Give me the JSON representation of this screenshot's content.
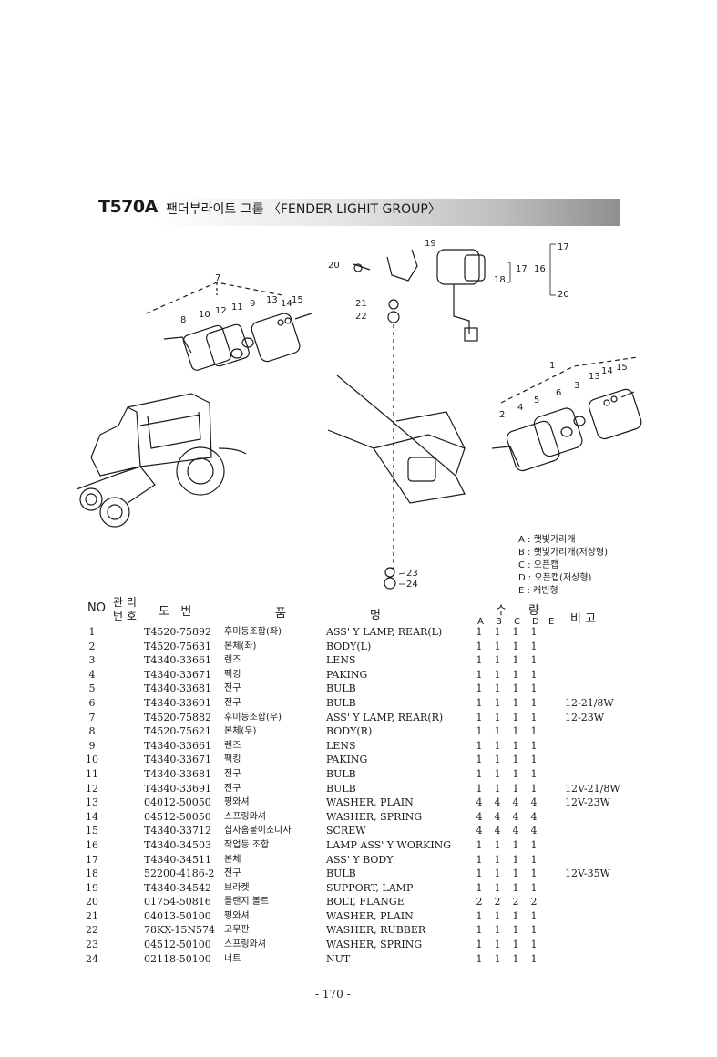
{
  "header": {
    "code": "T570A",
    "title": "팬더부라이트 그룹 〈FENDER LIGHIT GROUP〉"
  },
  "diagram": {
    "callouts": [
      "1",
      "2",
      "3",
      "4",
      "5",
      "6",
      "7",
      "8",
      "9",
      "10",
      "11",
      "12",
      "13",
      "14",
      "15",
      "16",
      "17",
      "18",
      "19",
      "20",
      "21",
      "22",
      "23",
      "24"
    ],
    "bracket": {
      "label16": "16",
      "label17a": "17",
      "label17b": "17",
      "label18": "18",
      "label20": "20"
    }
  },
  "legend": [
    "A : 햇빛가리개",
    "B : 햇빛가리개(저상형)",
    "C : 오픈캡",
    "D : 오픈캡(저상형)",
    "E : 캐빈형"
  ],
  "table_header": {
    "no": "NO",
    "mgmt_top": "관 리",
    "mgmt_bottom": "번 호",
    "part_no": "도   번",
    "name_a": "품",
    "name_b": "명",
    "qty_a": "수",
    "qty_b": "량",
    "cols": [
      "A",
      "B",
      "C",
      "D",
      "E"
    ],
    "remarks": "비 고"
  },
  "rows": [
    {
      "no": "1",
      "part": "T4520-75892",
      "kr": "후미등조합(좌)",
      "en": "ASS' Y LAMP, REAR(L)",
      "a": "1",
      "b": "1",
      "c": "1",
      "d": "1",
      "rem": ""
    },
    {
      "no": "2",
      "part": "T4520-75631",
      "kr": "본체(좌)",
      "en": "BODY(L)",
      "a": "1",
      "b": "1",
      "c": "1",
      "d": "1",
      "rem": ""
    },
    {
      "no": "3",
      "part": "T4340-33661",
      "kr": "렌즈",
      "en": "LENS",
      "a": "1",
      "b": "1",
      "c": "1",
      "d": "1",
      "rem": ""
    },
    {
      "no": "4",
      "part": "T4340-33671",
      "kr": "팩킹",
      "en": "PAKING",
      "a": "1",
      "b": "1",
      "c": "1",
      "d": "1",
      "rem": ""
    },
    {
      "no": "5",
      "part": "T4340-33681",
      "kr": "전구",
      "en": "BULB",
      "a": "1",
      "b": "1",
      "c": "1",
      "d": "1",
      "rem": ""
    },
    {
      "no": "6",
      "part": "T4340-33691",
      "kr": "전구",
      "en": "BULB",
      "a": "1",
      "b": "1",
      "c": "1",
      "d": "1",
      "rem": "12-21/8W"
    },
    {
      "no": "7",
      "part": "T4520-75882",
      "kr": "후미등조합(우)",
      "en": "ASS' Y LAMP, REAR(R)",
      "a": "1",
      "b": "1",
      "c": "1",
      "d": "1",
      "rem": "12-23W"
    },
    {
      "no": "8",
      "part": "T4520-75621",
      "kr": "본체(우)",
      "en": "BODY(R)",
      "a": "1",
      "b": "1",
      "c": "1",
      "d": "1",
      "rem": ""
    },
    {
      "no": "9",
      "part": "T4340-33661",
      "kr": "렌즈",
      "en": "LENS",
      "a": "1",
      "b": "1",
      "c": "1",
      "d": "1",
      "rem": ""
    },
    {
      "no": "10",
      "part": "T4340-33671",
      "kr": "팩킹",
      "en": "PAKING",
      "a": "1",
      "b": "1",
      "c": "1",
      "d": "1",
      "rem": ""
    },
    {
      "no": "11",
      "part": "T4340-33681",
      "kr": "전구",
      "en": "BULB",
      "a": "1",
      "b": "1",
      "c": "1",
      "d": "1",
      "rem": ""
    },
    {
      "no": "12",
      "part": "T4340-33691",
      "kr": "전구",
      "en": "BULB",
      "a": "1",
      "b": "1",
      "c": "1",
      "d": "1",
      "rem": "12V-21/8W"
    },
    {
      "no": "13",
      "part": "04012-50050",
      "kr": "평와셔",
      "en": "WASHER, PLAIN",
      "a": "4",
      "b": "4",
      "c": "4",
      "d": "4",
      "rem": "12V-23W"
    },
    {
      "no": "14",
      "part": "04512-50050",
      "kr": "스프링와셔",
      "en": "WASHER, SPRING",
      "a": "4",
      "b": "4",
      "c": "4",
      "d": "4",
      "rem": ""
    },
    {
      "no": "15",
      "part": "T4340-33712",
      "kr": "십자홈붙이소나사",
      "en": "SCREW",
      "a": "4",
      "b": "4",
      "c": "4",
      "d": "4",
      "rem": ""
    },
    {
      "no": "16",
      "part": "T4340-34503",
      "kr": "작업등 조합",
      "en": "LAMP ASS' Y WORKING",
      "a": "1",
      "b": "1",
      "c": "1",
      "d": "1",
      "rem": ""
    },
    {
      "no": "17",
      "part": "T4340-34511",
      "kr": "본체",
      "en": "ASS' Y BODY",
      "a": "1",
      "b": "1",
      "c": "1",
      "d": "1",
      "rem": ""
    },
    {
      "no": "18",
      "part": "52200-4186-2",
      "kr": "전구",
      "en": "BULB",
      "a": "1",
      "b": "1",
      "c": "1",
      "d": "1",
      "rem": "12V-35W"
    },
    {
      "no": "19",
      "part": "T4340-34542",
      "kr": "브라켓",
      "en": "SUPPORT, LAMP",
      "a": "1",
      "b": "1",
      "c": "1",
      "d": "1",
      "rem": ""
    },
    {
      "no": "20",
      "part": "01754-50816",
      "kr": "플랜지 볼트",
      "en": "BOLT, FLANGE",
      "a": "2",
      "b": "2",
      "c": "2",
      "d": "2",
      "rem": ""
    },
    {
      "no": "21",
      "part": "04013-50100",
      "kr": "평와셔",
      "en": "WASHER, PLAIN",
      "a": "1",
      "b": "1",
      "c": "1",
      "d": "1",
      "rem": ""
    },
    {
      "no": "22",
      "part": "78KX-15N574",
      "kr": "고무판",
      "en": "WASHER, RUBBER",
      "a": "1",
      "b": "1",
      "c": "1",
      "d": "1",
      "rem": ""
    },
    {
      "no": "23",
      "part": "04512-50100",
      "kr": "스프링와셔",
      "en": "WASHER, SPRING",
      "a": "1",
      "b": "1",
      "c": "1",
      "d": "1",
      "rem": ""
    },
    {
      "no": "24",
      "part": "02118-50100",
      "kr": "너트",
      "en": "NUT",
      "a": "1",
      "b": "1",
      "c": "1",
      "d": "1",
      "rem": ""
    }
  ],
  "footer": {
    "page": "- 170 -"
  }
}
